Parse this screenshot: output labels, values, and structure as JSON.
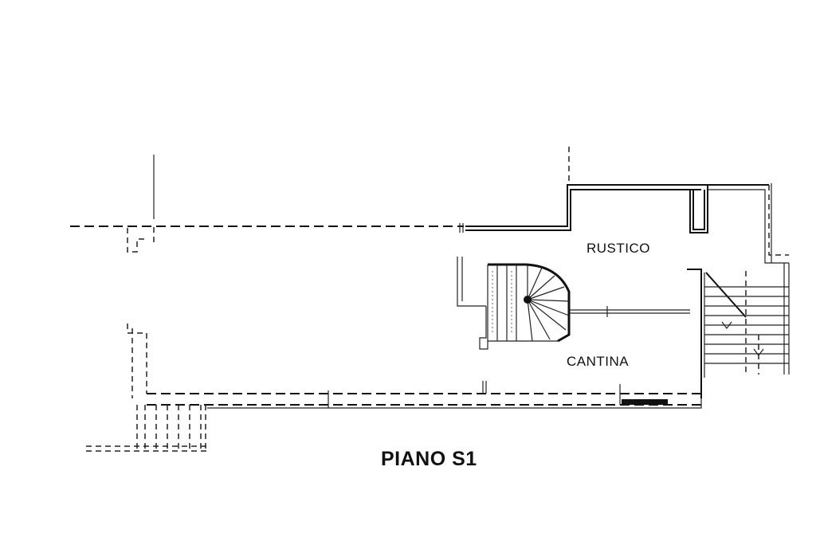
{
  "floor_plan": {
    "title": "PIANO S1",
    "rooms": [
      {
        "name": "RUSTICO"
      },
      {
        "name": "CANTINA"
      }
    ],
    "line_color": "#111111",
    "background_color": "#ffffff"
  }
}
